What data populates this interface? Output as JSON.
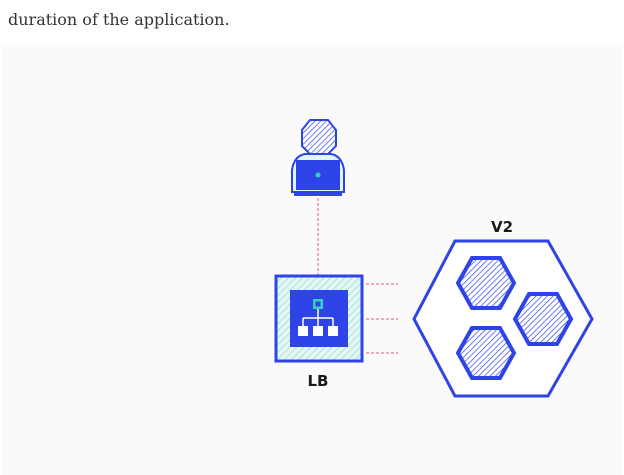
{
  "text": {
    "intro": "duration of the application."
  },
  "diagram": {
    "load_balancer_label": "LB",
    "version_label": "V2"
  },
  "colors": {
    "primary_blue": "#2f44e8",
    "light_teal": "#dff7f3",
    "teal_accent": "#34d3b8",
    "pink_connector": "#e0559a",
    "panel_background": "#fafafa"
  },
  "icons": [
    "user-laptop-icon",
    "network-hierarchy-icon",
    "hexagon-icon"
  ]
}
